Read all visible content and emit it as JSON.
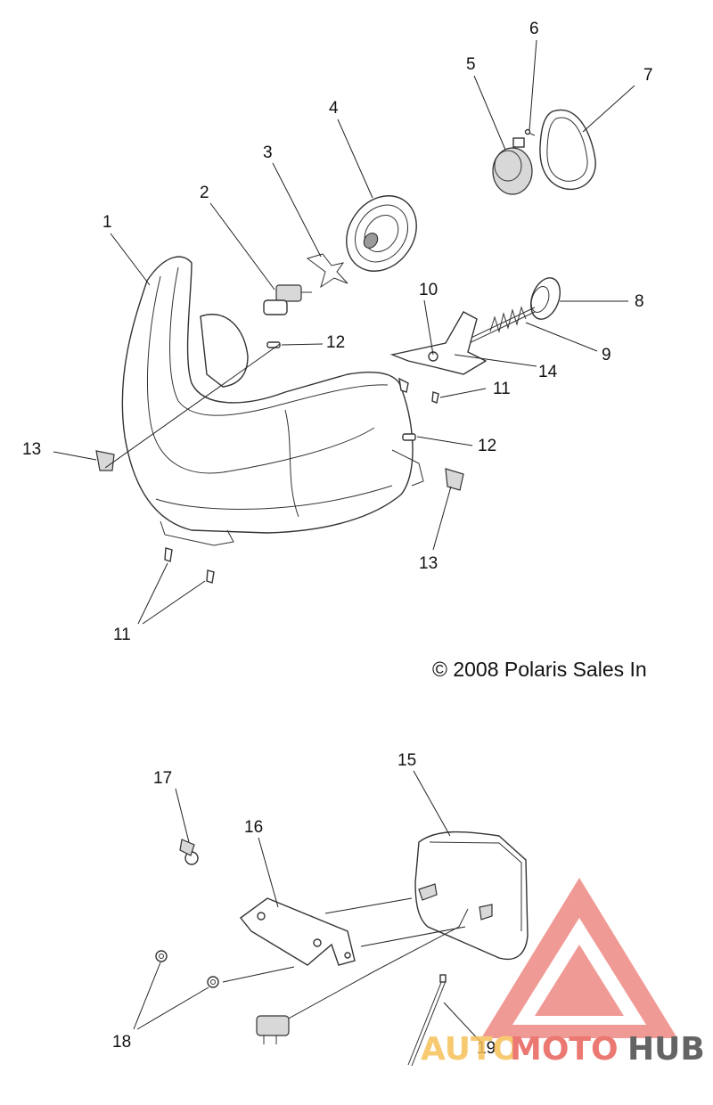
{
  "callouts": {
    "c1": "1",
    "c2": "2",
    "c3": "3",
    "c4": "4",
    "c5": "5",
    "c6": "6",
    "c7": "7",
    "c8": "8",
    "c9": "9",
    "c10": "10",
    "c11a": "11",
    "c11b": "11",
    "c12a": "12",
    "c12b": "12",
    "c13a": "13",
    "c13b": "13",
    "c14": "14",
    "c15": "15",
    "c16": "16",
    "c17": "17",
    "c18": "18",
    "c19": "19"
  },
  "copyright": "© 2008 Polaris Sales In",
  "watermark": {
    "part1": "AUTO",
    "part2": "MOTO",
    "part3": "HUB",
    "colors": {
      "triangle": "#e8615a",
      "auto": "#f6c15a",
      "moto": "#e8615a",
      "hub": "#4a4a4a"
    }
  }
}
